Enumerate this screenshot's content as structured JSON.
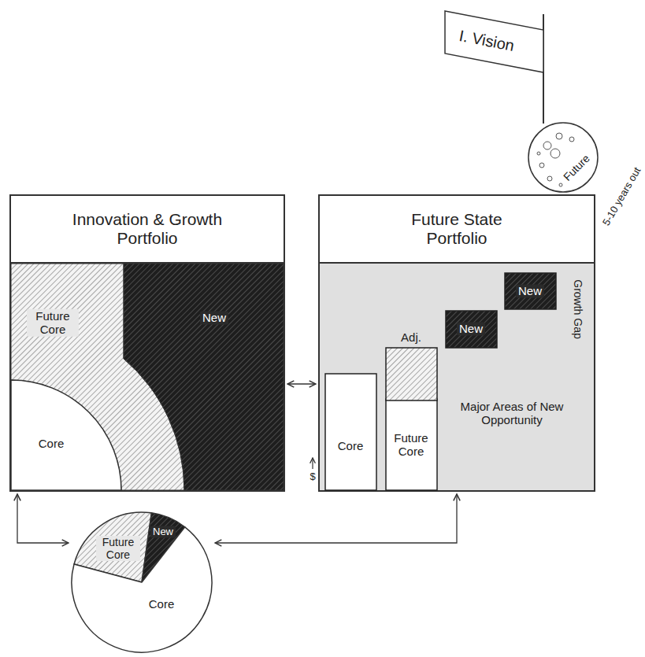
{
  "diagram": {
    "nodes": [
      {
        "text": [
          "I. Vision"
        ]
      },
      {
        "text": [
          "Future",
          "5-10 years out"
        ]
      },
      {
        "text": [
          "Innovation & Growth Portfolio"
        ]
      },
      {
        "text": [
          "Future Core"
        ],
        "in": 2
      },
      {
        "text": [
          "New"
        ],
        "in": 2
      },
      {
        "text": [
          "Core"
        ],
        "in": 2
      },
      {
        "text": [
          "Future State Portfolio",
          "Major Areas of New Opportunity"
        ]
      },
      {
        "text": [
          "Core"
        ],
        "in": 6
      },
      {
        "text": [
          "Future Core"
        ],
        "in": 6
      },
      {
        "text": [
          "Adj."
        ],
        "in": 6
      },
      {
        "text": [
          "New"
        ],
        "in": 6
      },
      {
        "text": [
          "New"
        ],
        "in": 6
      },
      {
        "text": [
          "Future Core"
        ]
      },
      {
        "text": [
          "New"
        ]
      },
      {
        "text": [
          "Core"
        ]
      }
    ],
    "edges": [
      {
        "from": 2,
        "to": 6,
        "arrow": "both"
      },
      {
        "from": 2,
        "to": 12,
        "arrow": "both"
      },
      {
        "from": 14,
        "to": 6,
        "arrow": "both"
      }
    ],
    "labels": [
      "Growth Gap",
      "$"
    ]
  }
}
